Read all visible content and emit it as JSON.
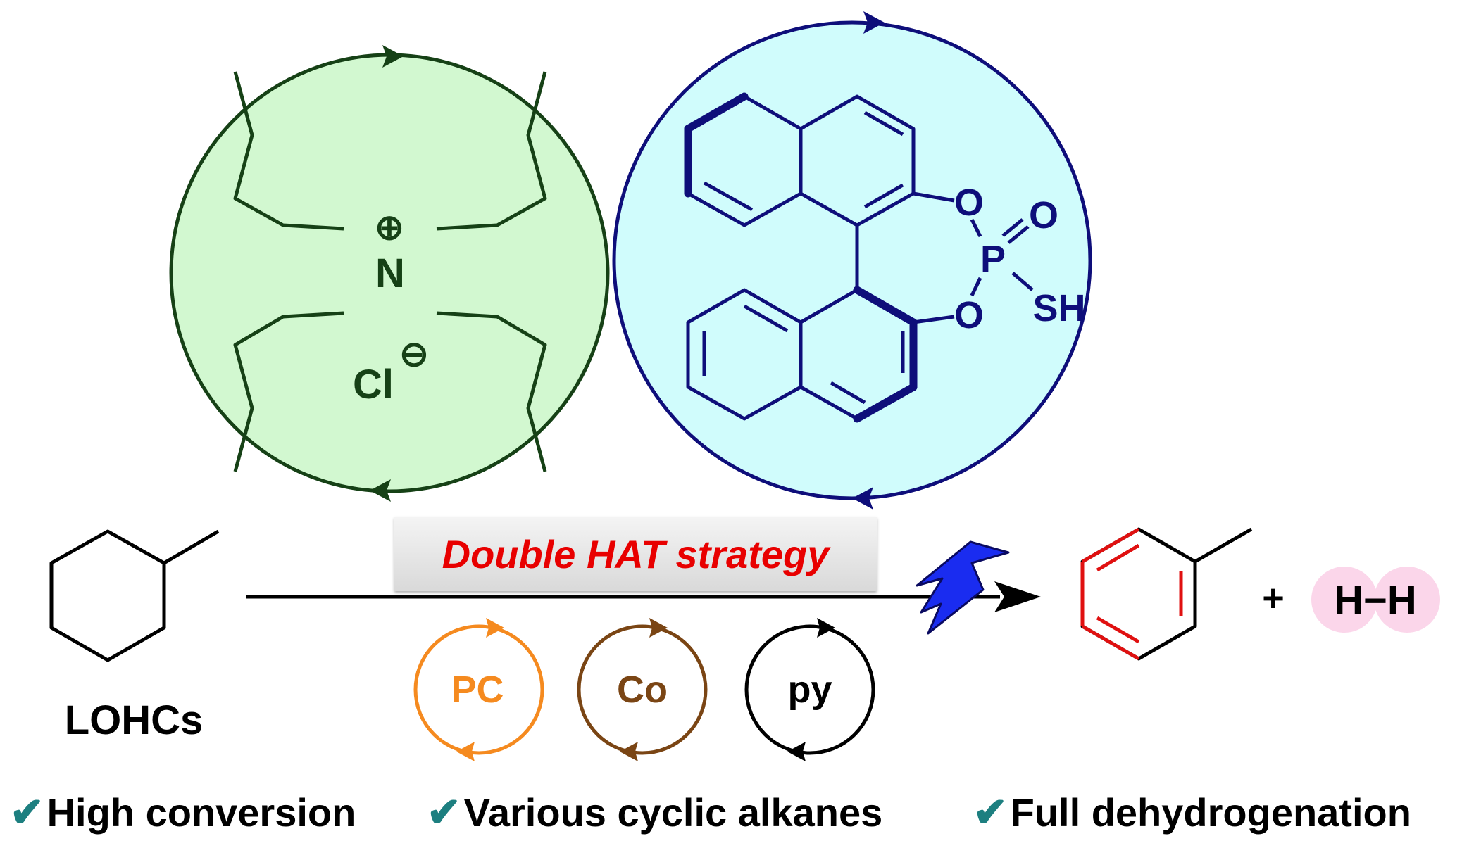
{
  "colors": {
    "green_ring": "#164116",
    "green_fill": "#d2f8d0",
    "blue_ring": "#0e0e7a",
    "blue_fill": "#d0fcfc",
    "banner_text": "#e80000",
    "pc": "#f58a1f",
    "co": "#7a4514",
    "py": "#000000",
    "product_bonds": "#e01010",
    "hh_bg": "#fbd6ea",
    "check": "#1d7f80",
    "bolt": "#1a2cf0"
  },
  "tbac": {
    "nitrogen": "N",
    "cation": "⊕",
    "chloride": "Cl",
    "anion": "⊖"
  },
  "catalyst": {
    "o_top": "O",
    "o_double": "O",
    "phosphorus": "P",
    "o_bottom": "O",
    "thiol": "SH"
  },
  "reaction": {
    "banner": "Double HAT strategy",
    "substrate_label": "LOHCs",
    "plus": "+",
    "hydrogen": "H−H"
  },
  "mini_cycles": [
    {
      "label": "PC",
      "color": "#f58a1f"
    },
    {
      "label": "Co",
      "color": "#7a4514"
    },
    {
      "label": "py",
      "color": "#000000"
    }
  ],
  "features": [
    {
      "check": "✔",
      "text": "High conversion"
    },
    {
      "check": "✔",
      "text": "Various cyclic alkanes"
    },
    {
      "check": "✔",
      "text": "Full dehydrogenation"
    }
  ]
}
